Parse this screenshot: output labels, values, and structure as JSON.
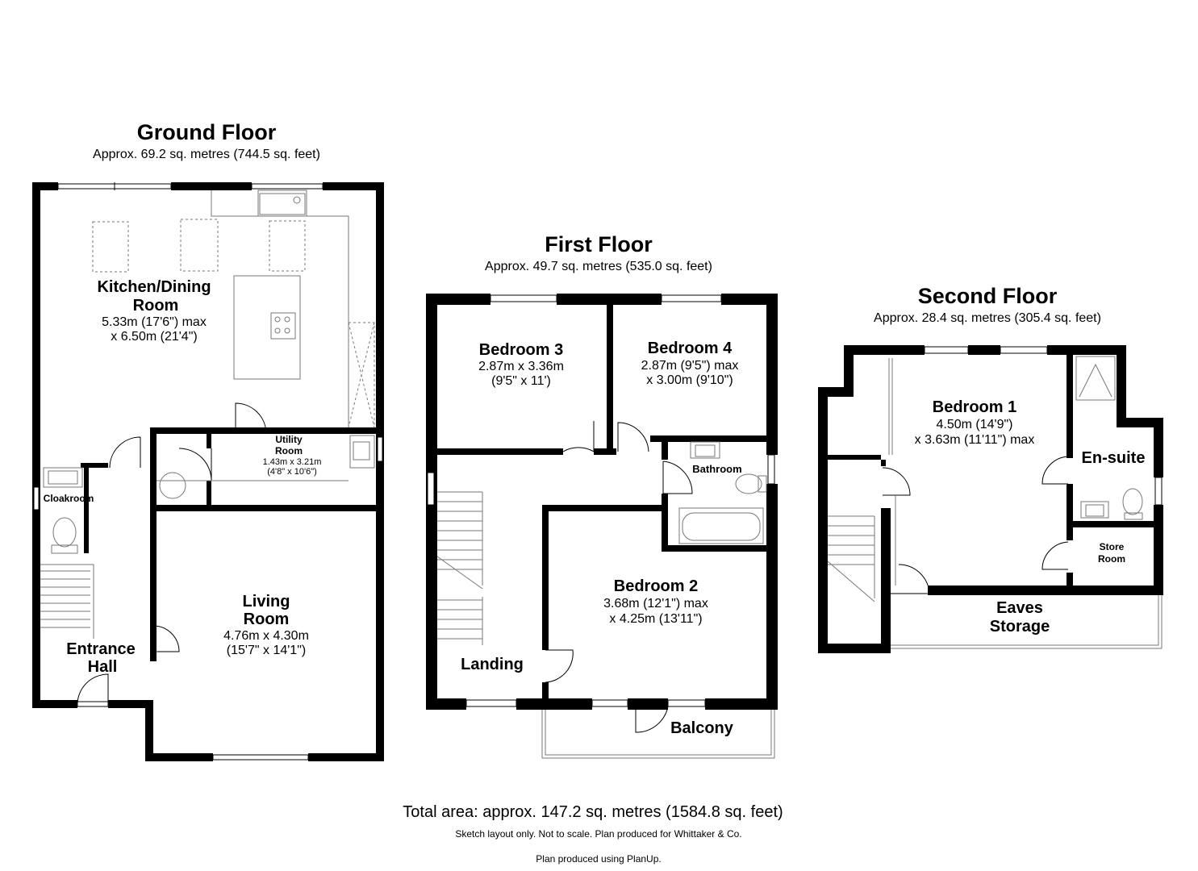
{
  "floors": {
    "ground": {
      "title": "Ground Floor",
      "area": "Approx. 69.2 sq. metres (744.5 sq. feet)",
      "rooms": {
        "kitchen": {
          "name1": "Kitchen/Dining",
          "name2": "Room",
          "dim1": "5.33m (17'6\") max",
          "dim2": "x 6.50m (21'4\")"
        },
        "utility": {
          "name1": "Utility",
          "name2": "Room",
          "dim1": "1.43m x 3.21m",
          "dim2": "(4'8\" x 10'6\")"
        },
        "cloakroom": {
          "name": "Cloakroom"
        },
        "living": {
          "name1": "Living",
          "name2": "Room",
          "dim1": "4.76m x 4.30m",
          "dim2": "(15'7\" x 14'1\")"
        },
        "entrance": {
          "name1": "Entrance",
          "name2": "Hall"
        }
      }
    },
    "first": {
      "title": "First Floor",
      "area": "Approx. 49.7 sq. metres (535.0 sq. feet)",
      "rooms": {
        "bedroom3": {
          "name": "Bedroom 3",
          "dim1": "2.87m x 3.36m",
          "dim2": "(9'5\" x 11')"
        },
        "bedroom4": {
          "name": "Bedroom 4",
          "dim1": "2.87m (9'5\") max",
          "dim2": "x 3.00m (9'10\")"
        },
        "bathroom": {
          "name": "Bathroom"
        },
        "bedroom2": {
          "name": "Bedroom 2",
          "dim1": "3.68m (12'1\") max",
          "dim2": "x 4.25m (13'11\")"
        },
        "landing": {
          "name": "Landing"
        },
        "balcony": {
          "name": "Balcony"
        }
      }
    },
    "second": {
      "title": "Second Floor",
      "area": "Approx. 28.4 sq. metres (305.4 sq. feet)",
      "rooms": {
        "bedroom1": {
          "name": "Bedroom 1",
          "dim1": "4.50m (14'9\")",
          "dim2": "x 3.63m (11'11\") max"
        },
        "ensuite": {
          "name": "En-suite"
        },
        "store": {
          "name1": "Store",
          "name2": "Room"
        },
        "eaves": {
          "name1": "Eaves",
          "name2": "Storage"
        }
      }
    }
  },
  "footer": {
    "total": "Total area: approx. 147.2 sq. metres (1584.8 sq. feet)",
    "note": "Sketch layout only. Not to scale. Plan produced for Whittaker & Co.",
    "credit": "Plan produced using PlanUp."
  }
}
